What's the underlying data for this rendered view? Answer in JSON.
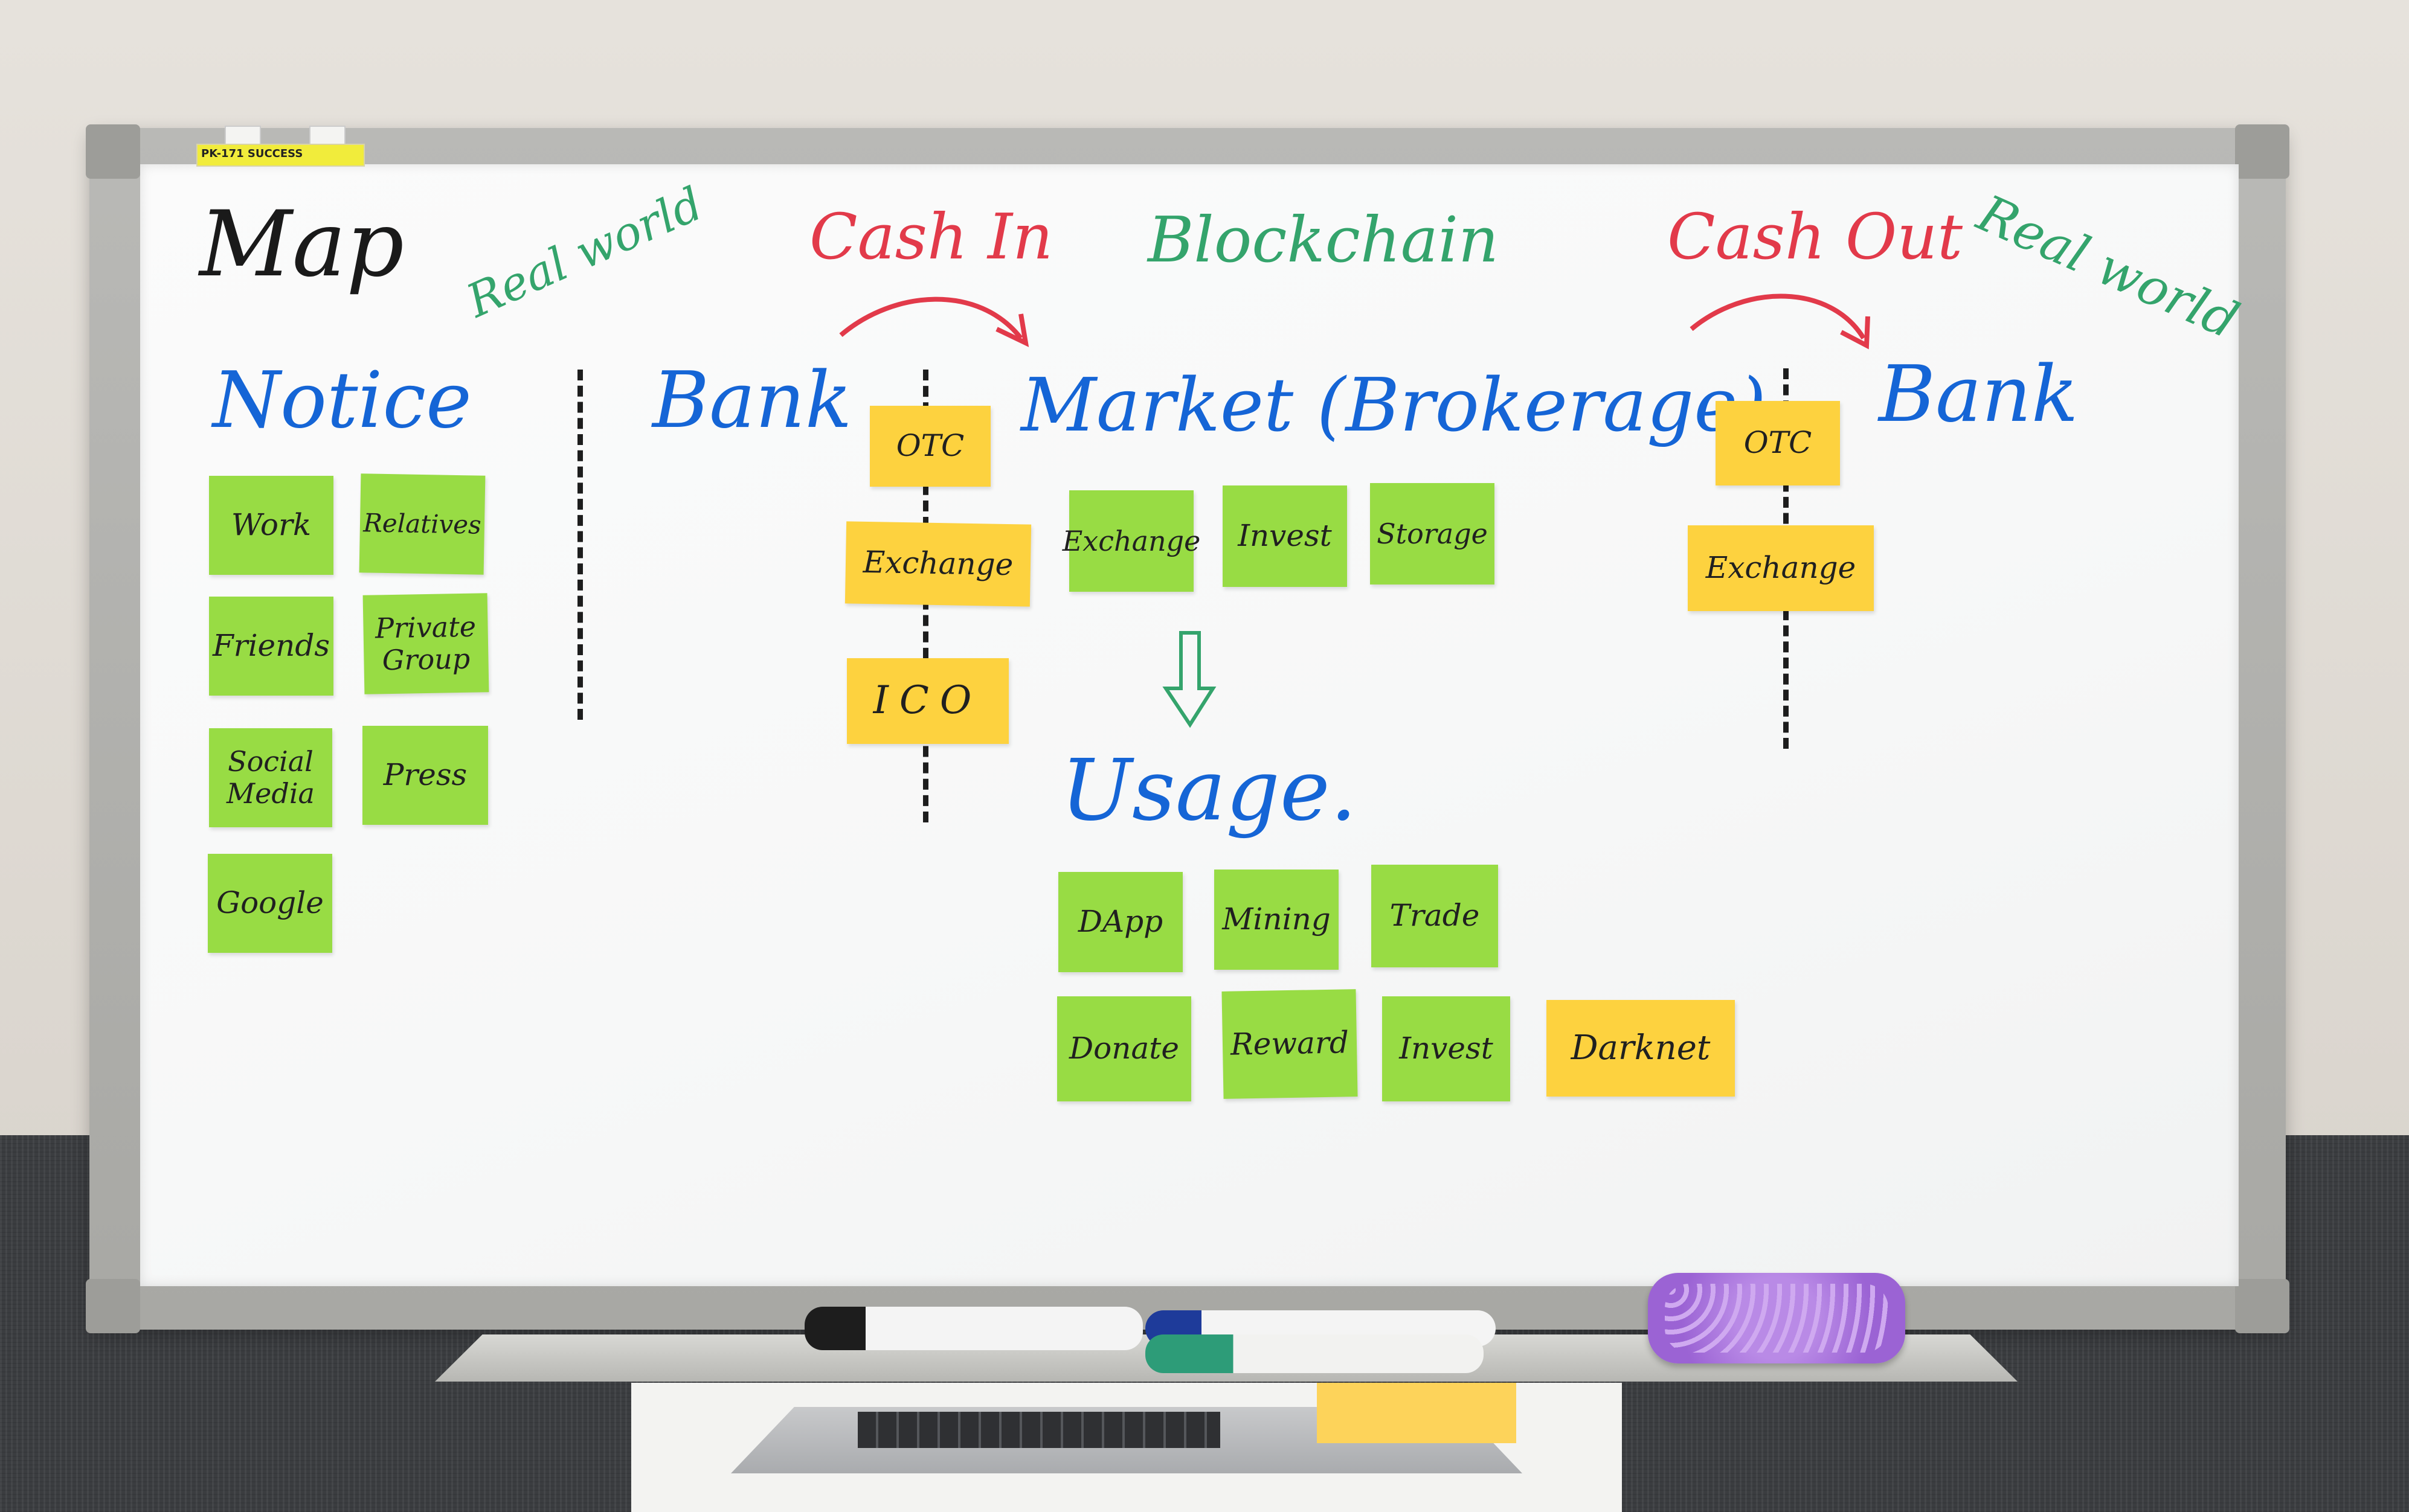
{
  "headings": {
    "map": "Map",
    "real_world_left": "Real world",
    "cash_in": "Cash In",
    "blockchain": "Blockchain",
    "cash_out": "Cash Out",
    "real_world_right": "Real world"
  },
  "sections": {
    "notice": "Notice",
    "bank_left": "Bank",
    "market": "Market (Brokerage)",
    "bank_right": "Bank",
    "usage": "Usage."
  },
  "notice_notes": [
    "Work",
    "Relatives",
    "Friends",
    "Private\nGroup",
    "Social\nMedia",
    "Press",
    "Google"
  ],
  "cash_in_notes": [
    "OTC",
    "Exchange",
    "ICO"
  ],
  "market_notes": [
    "Exchange",
    "Invest",
    "Storage"
  ],
  "cash_out_notes": [
    "OTC",
    "Exchange"
  ],
  "usage_notes_row1": [
    "DApp",
    "Mining",
    "Trade"
  ],
  "usage_notes_row2": [
    "Donate",
    "Reward",
    "Invest",
    "Darknet"
  ],
  "tape_label": "PK-171 SUCCESS",
  "colors": {
    "green_note": "#98dc44",
    "yellow_note": "#fdd23f",
    "blue_ink": "#1565d6",
    "green_ink": "#34a46c",
    "red_ink": "#e23a4a"
  }
}
